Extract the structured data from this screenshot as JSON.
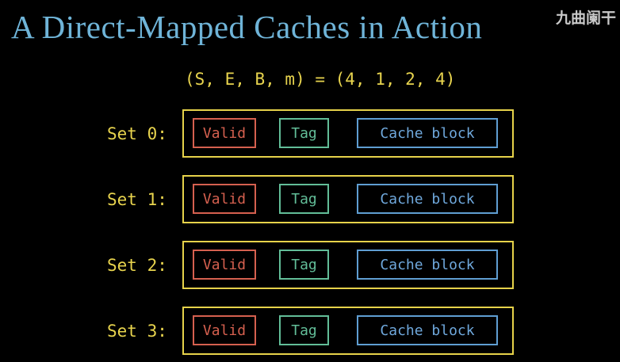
{
  "title": "A Direct-Mapped Caches in Action",
  "watermark": "九曲阑干",
  "formula": "(S, E, B, m) = (4, 1, 2, 4)",
  "colors": {
    "background": "#000000",
    "title": "#6fb4d8",
    "yellow_accent": "#e8d44e",
    "valid_red": "#d5604f",
    "tag_teal": "#62bd98",
    "block_blue": "#5f9ed2",
    "watermark_gray": "#c9c9c9"
  },
  "sets": [
    {
      "label": "Set 0:",
      "valid": "Valid",
      "tag": "Tag",
      "block": "Cache block"
    },
    {
      "label": "Set 1:",
      "valid": "Valid",
      "tag": "Tag",
      "block": "Cache block"
    },
    {
      "label": "Set 2:",
      "valid": "Valid",
      "tag": "Tag",
      "block": "Cache block"
    },
    {
      "label": "Set 3:",
      "valid": "Valid",
      "tag": "Tag",
      "block": "Cache block"
    }
  ]
}
